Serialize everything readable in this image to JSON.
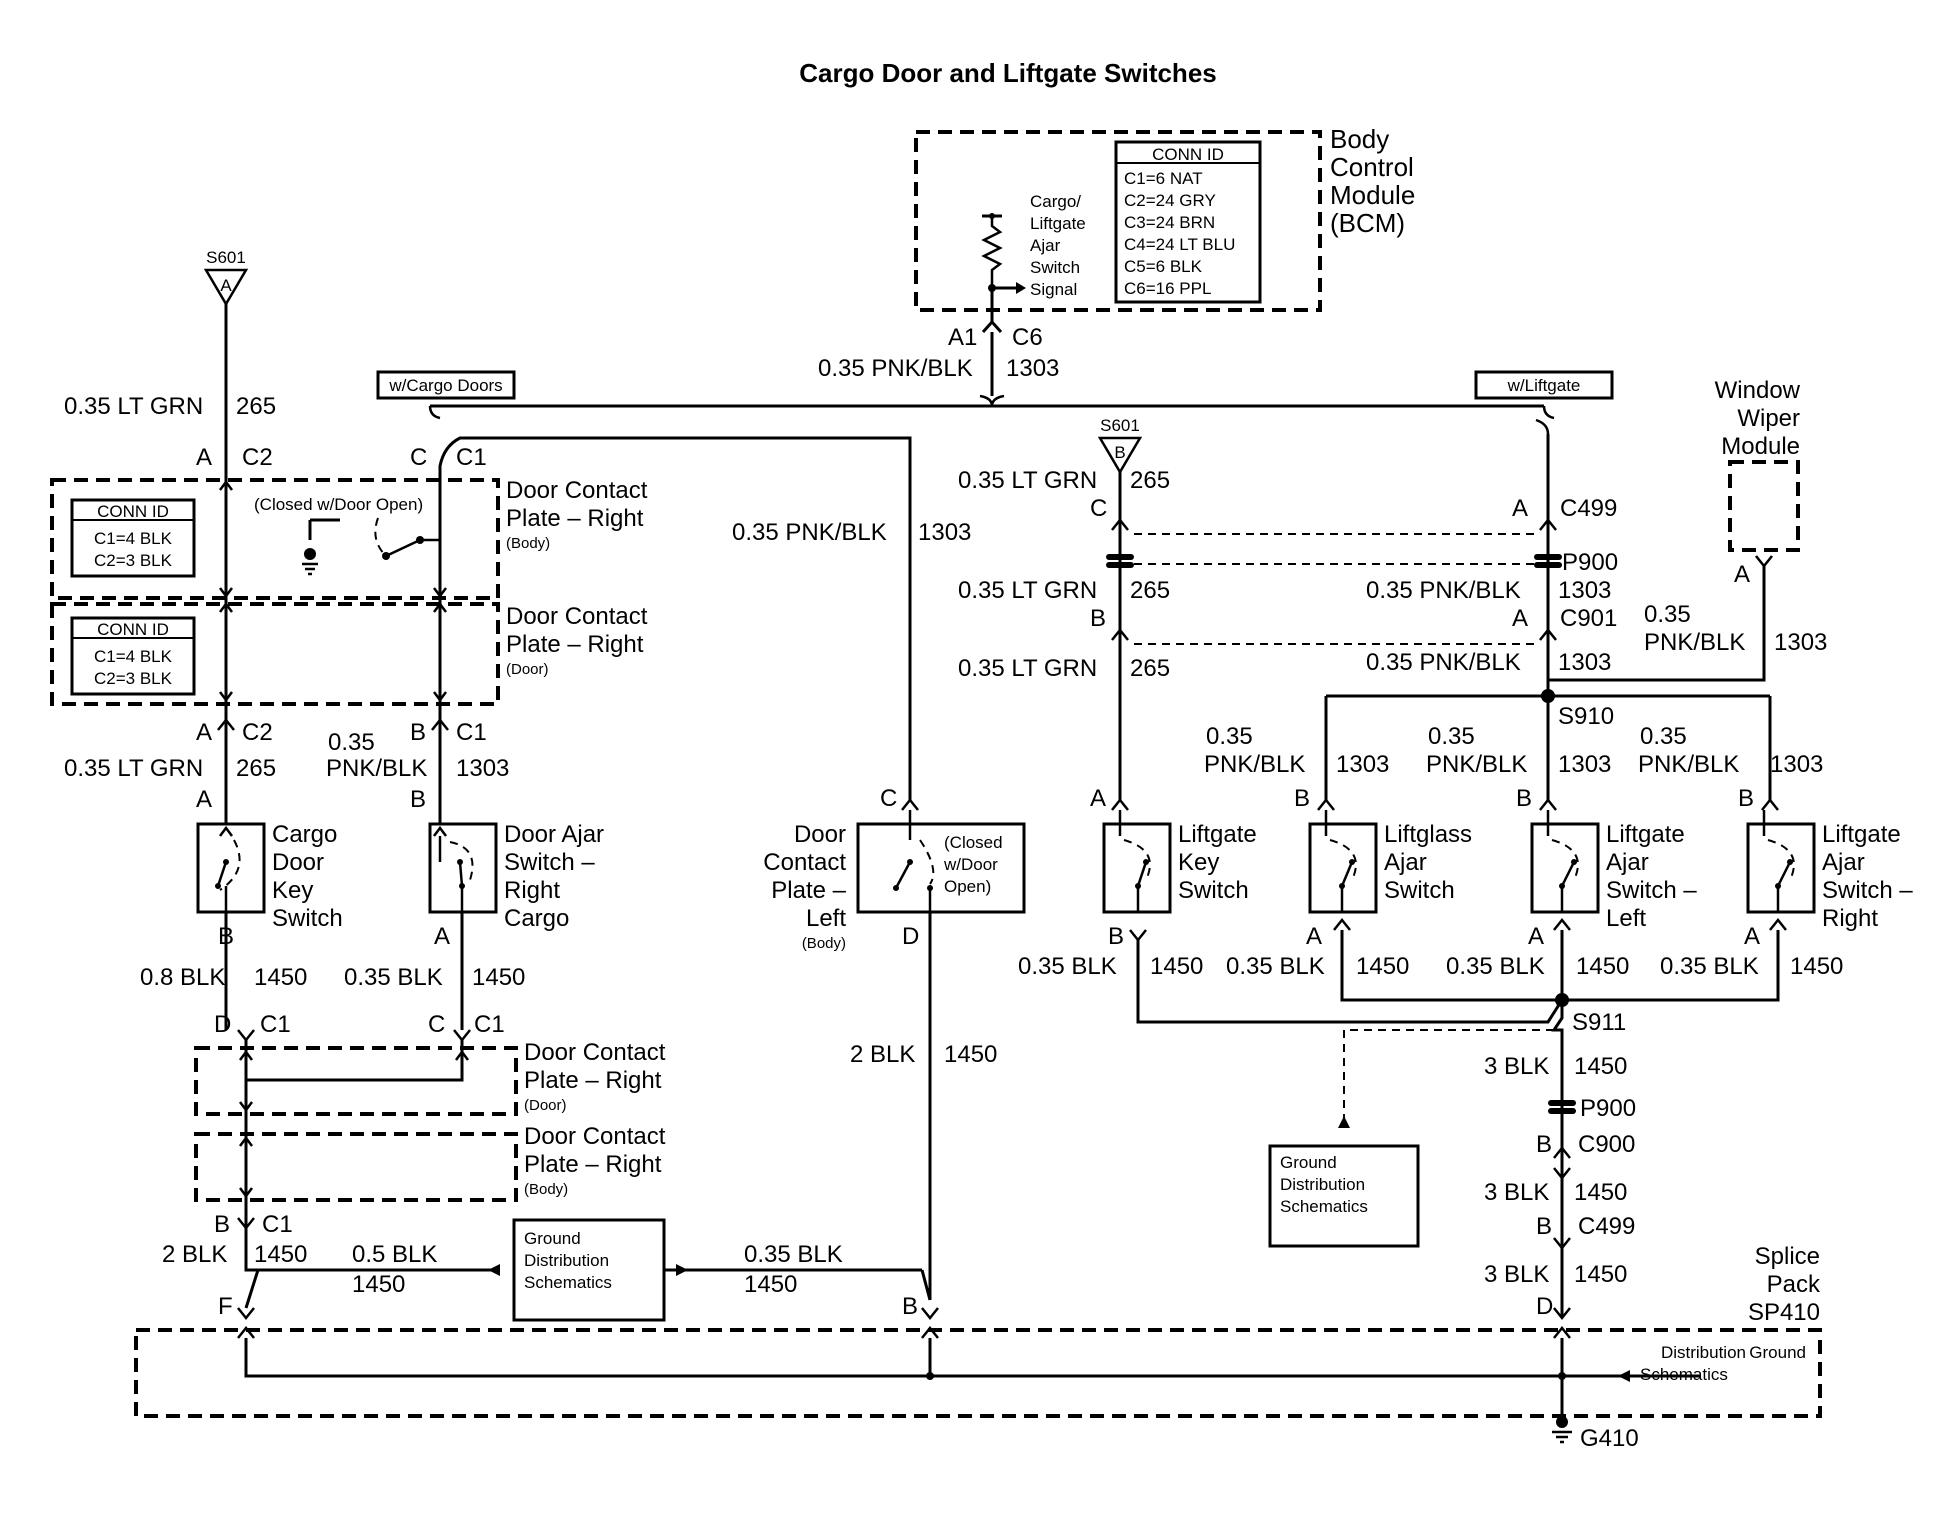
{
  "title": "Cargo Door and Liftgate Switches",
  "bcm": {
    "name_lines": [
      "Body",
      "Control",
      "Module",
      "(BCM)"
    ],
    "signal_lines": [
      "Cargo/",
      "Liftgate",
      "Ajar",
      "Switch",
      "Signal"
    ],
    "conn_id_title": "CONN ID",
    "conn_ids": [
      "C1=6 NAT",
      "C2=24 GRY",
      "C3=24 BRN",
      "C4=24 LT BLU",
      "C5=6 BLK",
      "C6=16 PPL"
    ],
    "pin": "A1",
    "connector": "C6"
  },
  "options": {
    "cargo_doors": "w/Cargo Doors",
    "liftgate": "w/Liftgate"
  },
  "splices": {
    "s601": "S601",
    "s601_a": "A",
    "s601_b": "B",
    "s910": "S910",
    "s911": "S911"
  },
  "wires": {
    "w_035_ltgrn": "0.35 LT GRN",
    "w_035_pnkblk": "0.35 PNK/BLK",
    "w_035": "0.35",
    "w_pnkblk": "PNK/BLK",
    "w_035_blk": "0.35 BLK",
    "w_08_blk": "0.8 BLK",
    "w_05_blk": "0.5 BLK",
    "w_2_blk": "2 BLK",
    "w_3_blk": "3 BLK",
    "c265": "265",
    "c1303": "1303",
    "c1450": "1450"
  },
  "connectors": {
    "c1": "C1",
    "c2": "C2",
    "c499": "C499",
    "c900": "C900",
    "c901": "C901",
    "p900": "P900"
  },
  "pins": {
    "a": "A",
    "b": "B",
    "c": "C",
    "d": "D",
    "f": "F"
  },
  "conn_box": {
    "title": "CONN ID",
    "line1": "C1=4 BLK",
    "line2": "C2=3 BLK"
  },
  "components": {
    "door_contact_right": [
      "Door Contact",
      "Plate – Right"
    ],
    "body_tag": "(Body)",
    "door_tag": "(Door)",
    "closed_open_right": "(Closed w/Door Open)",
    "closed_open_left": [
      "(Closed",
      "w/Door",
      "Open)"
    ],
    "door_contact_left": [
      "Door",
      "Contact",
      "Plate –",
      "Left"
    ],
    "cargo_key": [
      "Cargo",
      "Door",
      "Key",
      "Switch"
    ],
    "door_ajar_right": [
      "Door Ajar",
      "Switch –",
      "Right",
      "Cargo"
    ],
    "liftgate_key": [
      "Liftgate",
      "Key",
      "Switch"
    ],
    "liftglass_ajar": [
      "Liftglass",
      "Ajar",
      "Switch"
    ],
    "liftgate_ajar_left": [
      "Liftgate",
      "Ajar",
      "Switch –",
      "Left"
    ],
    "liftgate_ajar_right": [
      "Liftgate",
      "Ajar",
      "Switch –",
      "Right"
    ],
    "window_wiper": [
      "Window",
      "Wiper",
      "Module"
    ],
    "ground_dist": [
      "Ground",
      "Distribution",
      "Schematics"
    ],
    "splice_pack": [
      "Splice",
      "Pack",
      "SP410"
    ],
    "ground": "G410"
  }
}
